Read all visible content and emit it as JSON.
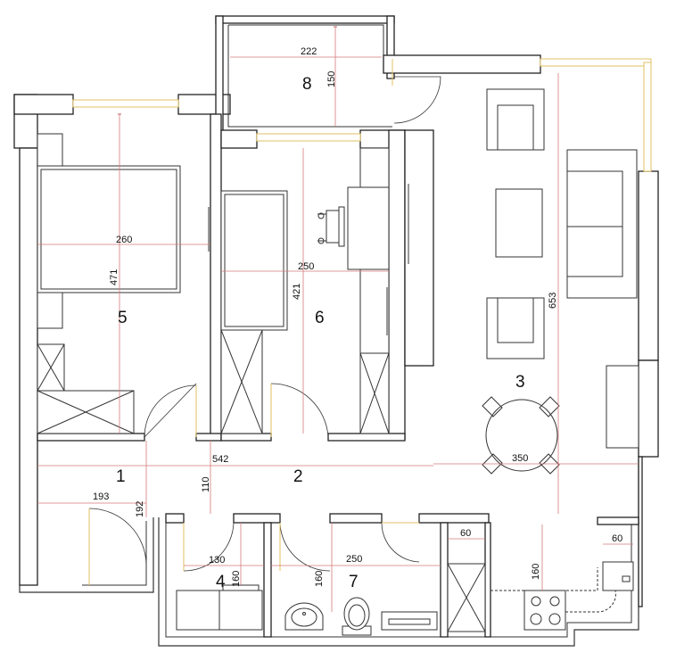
{
  "rooms": [
    {
      "id": "r1",
      "number": "1"
    },
    {
      "id": "r2",
      "number": "2"
    },
    {
      "id": "r3",
      "number": "3"
    },
    {
      "id": "r4",
      "number": "4"
    },
    {
      "id": "r5",
      "number": "5"
    },
    {
      "id": "r6",
      "number": "6"
    },
    {
      "id": "r7",
      "number": "7"
    },
    {
      "id": "r8",
      "number": "8"
    }
  ],
  "dimensions": {
    "balcony_width": "222",
    "balcony_depth": "150",
    "bed5_width": "260",
    "bed5_depth": "471",
    "room6_width": "250",
    "room6_depth": "421",
    "living_depth": "653",
    "living_width": "350",
    "hall_width": "542",
    "hall_depth": "110",
    "entry_width": "193",
    "entry_depth": "192",
    "wc4_width": "130",
    "wc4_depth": "160",
    "bath7_width": "250",
    "bath7_depth": "160",
    "cabinet_width": "60",
    "kitchen_depth": "60",
    "kitchen_len": "160"
  }
}
